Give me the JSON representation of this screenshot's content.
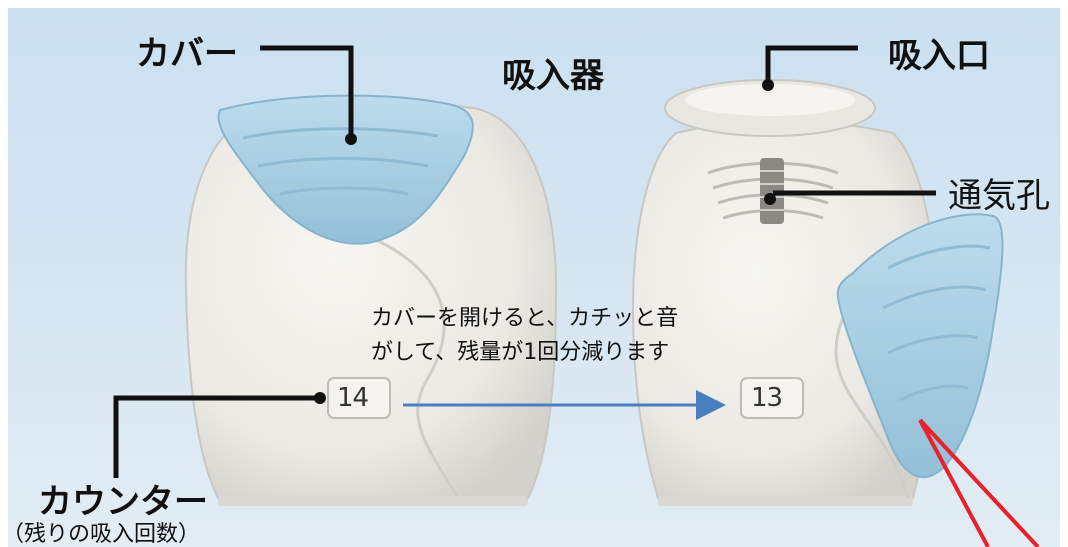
{
  "labels": {
    "cover": "カバー",
    "title": "吸入器",
    "mouthpiece": "吸入口",
    "vent": "通気孔",
    "counter": "カウンター",
    "counter_note": "（残りの吸入回数）",
    "caption_line1": "カバーを開けると、カチッと音",
    "caption_line2": "がして、残量が1回分減ります"
  },
  "counter_before": "14",
  "counter_after": "13",
  "colors": {
    "device_body": "#eeece6",
    "cover": "#a9cfe3",
    "arrow": "#4a7fbf",
    "pointer_arrow": "#e8212b",
    "leader_line": "#111111"
  }
}
